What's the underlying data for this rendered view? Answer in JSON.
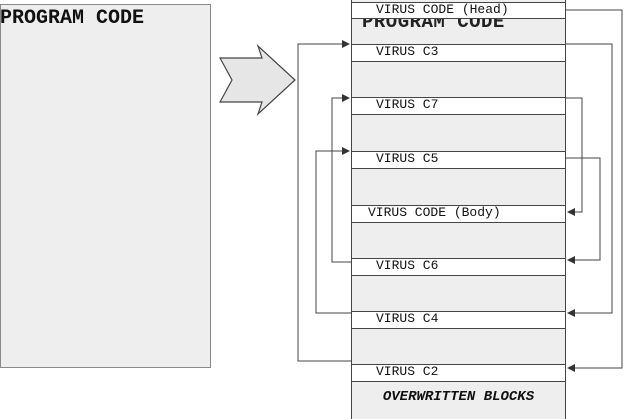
{
  "program": {
    "title": "PROGRAM CODE"
  },
  "stack": {
    "title": "PROGRAM CODE",
    "blocks": [
      {
        "label": "VIRUS CODE (Head)"
      },
      {
        "label": "VIRUS C3"
      },
      {
        "label": "VIRUS C7"
      },
      {
        "label": "VIRUS C5"
      },
      {
        "label": "VIRUS CODE (Body)"
      },
      {
        "label": "VIRUS C6"
      },
      {
        "label": "VIRUS C4"
      },
      {
        "label": "VIRUS C2"
      }
    ],
    "overwritten": "OVERWRITTEN BLOCKS"
  },
  "colors": {
    "panel": "#eeeeee",
    "block": "#ffffff",
    "line": "#444444"
  }
}
